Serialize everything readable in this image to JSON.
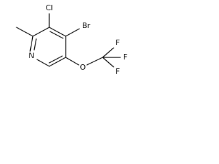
{
  "molecule": {
    "atoms": {
      "cl": "Cl",
      "br": "Br",
      "n": "N",
      "o": "O",
      "f_top": "F",
      "f_right": "F",
      "f_bottom": "F"
    }
  }
}
